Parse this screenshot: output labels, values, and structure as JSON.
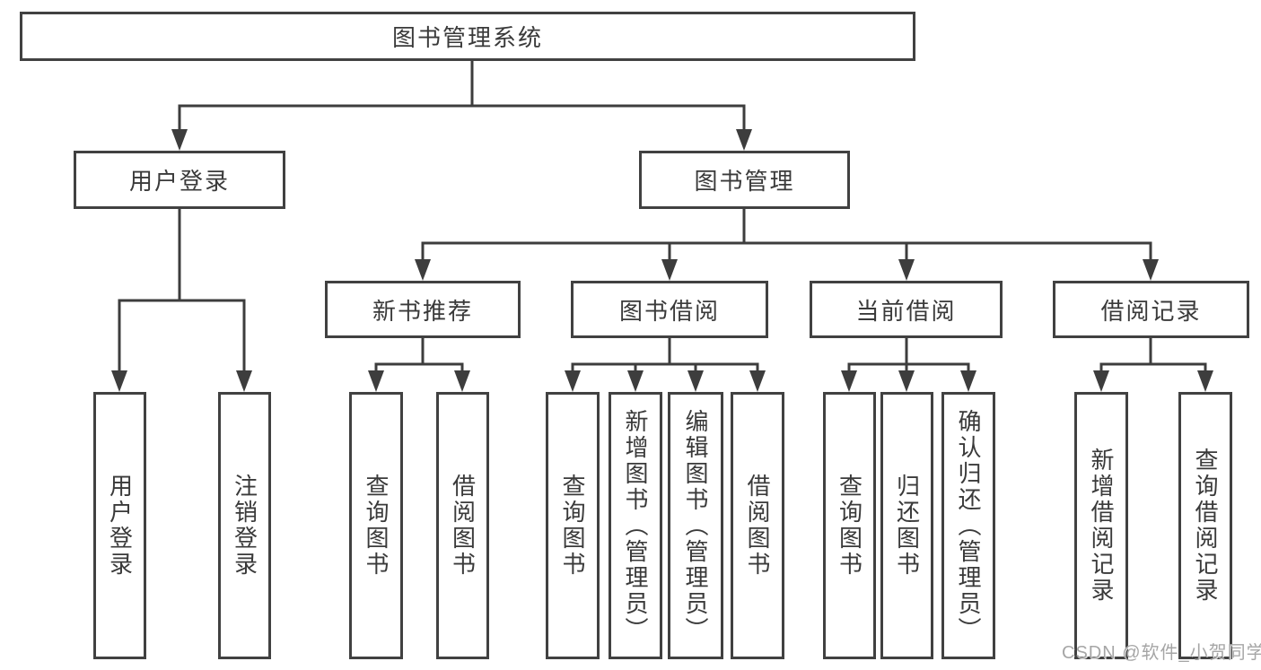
{
  "root": {
    "label": "图书管理系统"
  },
  "level2": {
    "user_login": {
      "label": "用户登录"
    },
    "book_management": {
      "label": "图书管理"
    }
  },
  "level3": {
    "new_book_recommend": {
      "label": "新书推荐"
    },
    "book_borrow": {
      "label": "图书借阅"
    },
    "current_borrow": {
      "label": "当前借阅"
    },
    "borrow_record": {
      "label": "借阅记录"
    }
  },
  "leaves": [
    {
      "id": "user-login",
      "label": "用户登录"
    },
    {
      "id": "logout",
      "label": "注销登录"
    },
    {
      "id": "query-books-recommend",
      "label": "查询图书"
    },
    {
      "id": "borrow-books-recommend",
      "label": "借阅图书"
    },
    {
      "id": "query-books-borrow",
      "label": "查询图书"
    },
    {
      "id": "add-book-admin",
      "label": "新增图书（管理员）"
    },
    {
      "id": "edit-book-admin",
      "label": "编辑图书（管理员）"
    },
    {
      "id": "borrow-books-borrow",
      "label": "借阅图书"
    },
    {
      "id": "query-books-current",
      "label": "查询图书"
    },
    {
      "id": "return-books",
      "label": "归还图书"
    },
    {
      "id": "confirm-return-admin",
      "label": "确认归还（管理员）"
    },
    {
      "id": "add-borrow-record",
      "label": "新增借阅记录"
    },
    {
      "id": "query-borrow-record",
      "label": "查询借阅记录"
    }
  ],
  "watermark": "CSDN @软件_小贺同学",
  "colors": {
    "line": "#3d3d3d",
    "border": "#414141",
    "text": "#3a3a3a",
    "watermark": "#a6a6a6",
    "background": "#ffffff"
  }
}
